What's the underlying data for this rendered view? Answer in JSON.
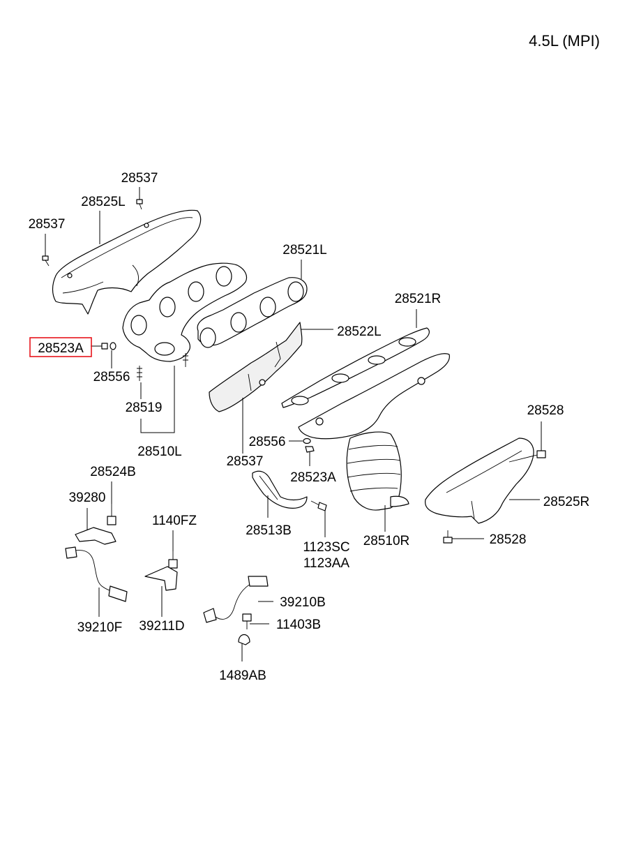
{
  "header": {
    "engine": "4.5L (MPI)"
  },
  "colors": {
    "highlight": "#e8141c",
    "line": "#000000",
    "background": "#ffffff"
  },
  "highlighted_part": "28523A",
  "labels": {
    "p28537_top": "28537",
    "p28525L": "28525L",
    "p28537_left": "28537",
    "p28521L": "28521L",
    "p28521R": "28521R",
    "p28522L": "28522L",
    "p28523A_left": "28523A",
    "p28556_left": "28556",
    "p28519": "28519",
    "p28510L": "28510L",
    "p28556_right": "28556",
    "p28537_mid": "28537",
    "p28523A_right": "28523A",
    "p28528_top": "28528",
    "p28525R": "28525R",
    "p28528_bottom": "28528",
    "p28524B": "28524B",
    "p39280": "39280",
    "p1140FZ": "1140FZ",
    "p28513B": "28513B",
    "p1123SC": "1123SC",
    "p1123AA": "1123AA",
    "p28510R": "28510R",
    "p39210B": "39210B",
    "p11403B": "11403B",
    "p1489AB": "1489AB",
    "p39210F": "39210F",
    "p39211D": "39211D"
  }
}
